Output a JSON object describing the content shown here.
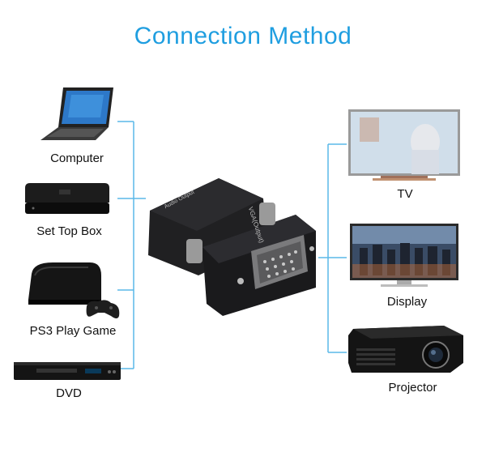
{
  "title": "Connection Method",
  "accent_color": "#1f9ee0",
  "sources": [
    {
      "label": "Computer",
      "icon": "laptop-icon"
    },
    {
      "label": "Set Top Box",
      "icon": "set-top-box-icon"
    },
    {
      "label": "PS3 Play Game",
      "icon": "game-console-icon"
    },
    {
      "label": "DVD",
      "icon": "dvd-player-icon"
    }
  ],
  "adapter": {
    "port_text": "VGA(Output)",
    "audio_text": "Audio Output"
  },
  "outputs": [
    {
      "label": "TV",
      "icon": "tv-icon"
    },
    {
      "label": "Display",
      "icon": "monitor-icon"
    },
    {
      "label": "Projector",
      "icon": "projector-icon"
    }
  ]
}
